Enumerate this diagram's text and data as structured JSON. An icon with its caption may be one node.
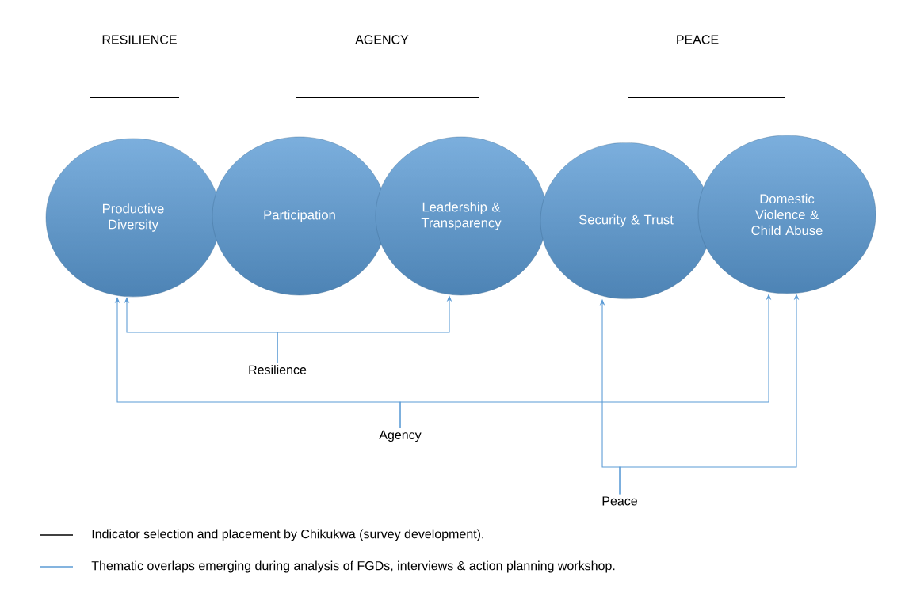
{
  "diagram": {
    "nodes": [
      {
        "text": [
          "Productive Diversity"
        ]
      },
      {
        "text": [
          "Participation"
        ]
      },
      {
        "text": [
          "Leadership & Transparency"
        ]
      },
      {
        "text": [
          "Security & Trust"
        ]
      },
      {
        "text": [
          "Domestic Violence & Child Abuse"
        ]
      },
      {
        "text": [
          "Resilience"
        ]
      },
      {
        "text": [
          "Agency"
        ]
      },
      {
        "text": [
          "Peace"
        ]
      }
    ],
    "edges": [
      {
        "from": 5,
        "to": 0,
        "arrow": "to"
      },
      {
        "from": 5,
        "to": 2,
        "arrow": "to"
      },
      {
        "from": 6,
        "to": 0,
        "arrow": "to"
      },
      {
        "from": 6,
        "to": 4,
        "arrow": "to"
      },
      {
        "from": 7,
        "to": 3,
        "arrow": "to"
      },
      {
        "from": 7,
        "to": 4,
        "arrow": "to"
      }
    ],
    "labels": [
      "RESILIENCE",
      "AGENCY",
      "PEACE"
    ],
    "legend": [
      {
        "text": "Indicator selection and placement by Chikukwa (survey development)."
      },
      {
        "text": "Thematic overlaps emerging during analysis of FGDs, interviews & action planning workshop."
      }
    ]
  }
}
